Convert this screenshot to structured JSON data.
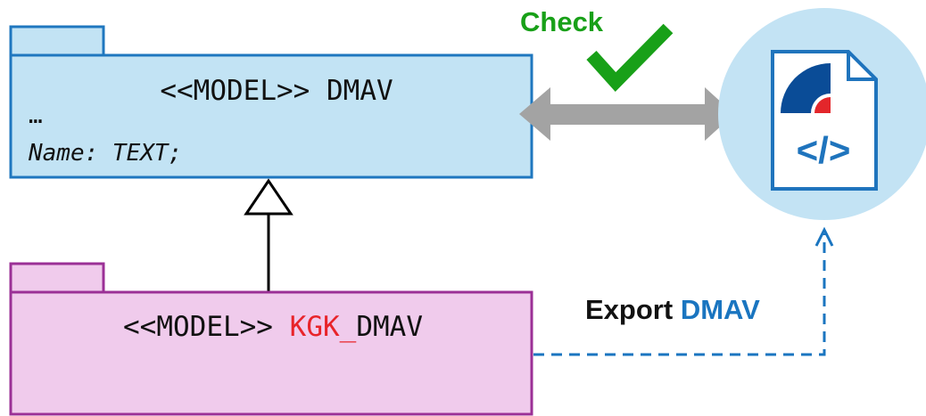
{
  "parent_package": {
    "title_stereotype": "<<MODEL>>",
    "title_name": "DMAV",
    "ellipsis": "…",
    "attribute": "Name: TEXT;",
    "fill": "#c2e3f4",
    "stroke": "#1f77bf"
  },
  "child_package": {
    "title_stereotype": "<<MODEL>>",
    "title_prefix": "KGK",
    "title_sep": "_",
    "title_suffix": "DMAV",
    "fill": "#f0cbec",
    "stroke": "#9b3096",
    "highlight_color": "#e8242a"
  },
  "check": {
    "label": "Check",
    "color": "#18a018"
  },
  "export": {
    "label_verb": "Export",
    "label_target": "DMAV",
    "target_color": "#1a75c0",
    "line_color": "#1a75c0"
  },
  "file_icon": {
    "circle_fill": "#c3e3f4",
    "stroke": "#1f74bd",
    "code_glyph": "</>",
    "logo_blue": "#0a4c97",
    "logo_red": "#e3262b"
  },
  "double_arrow_color": "#a3a3a3"
}
